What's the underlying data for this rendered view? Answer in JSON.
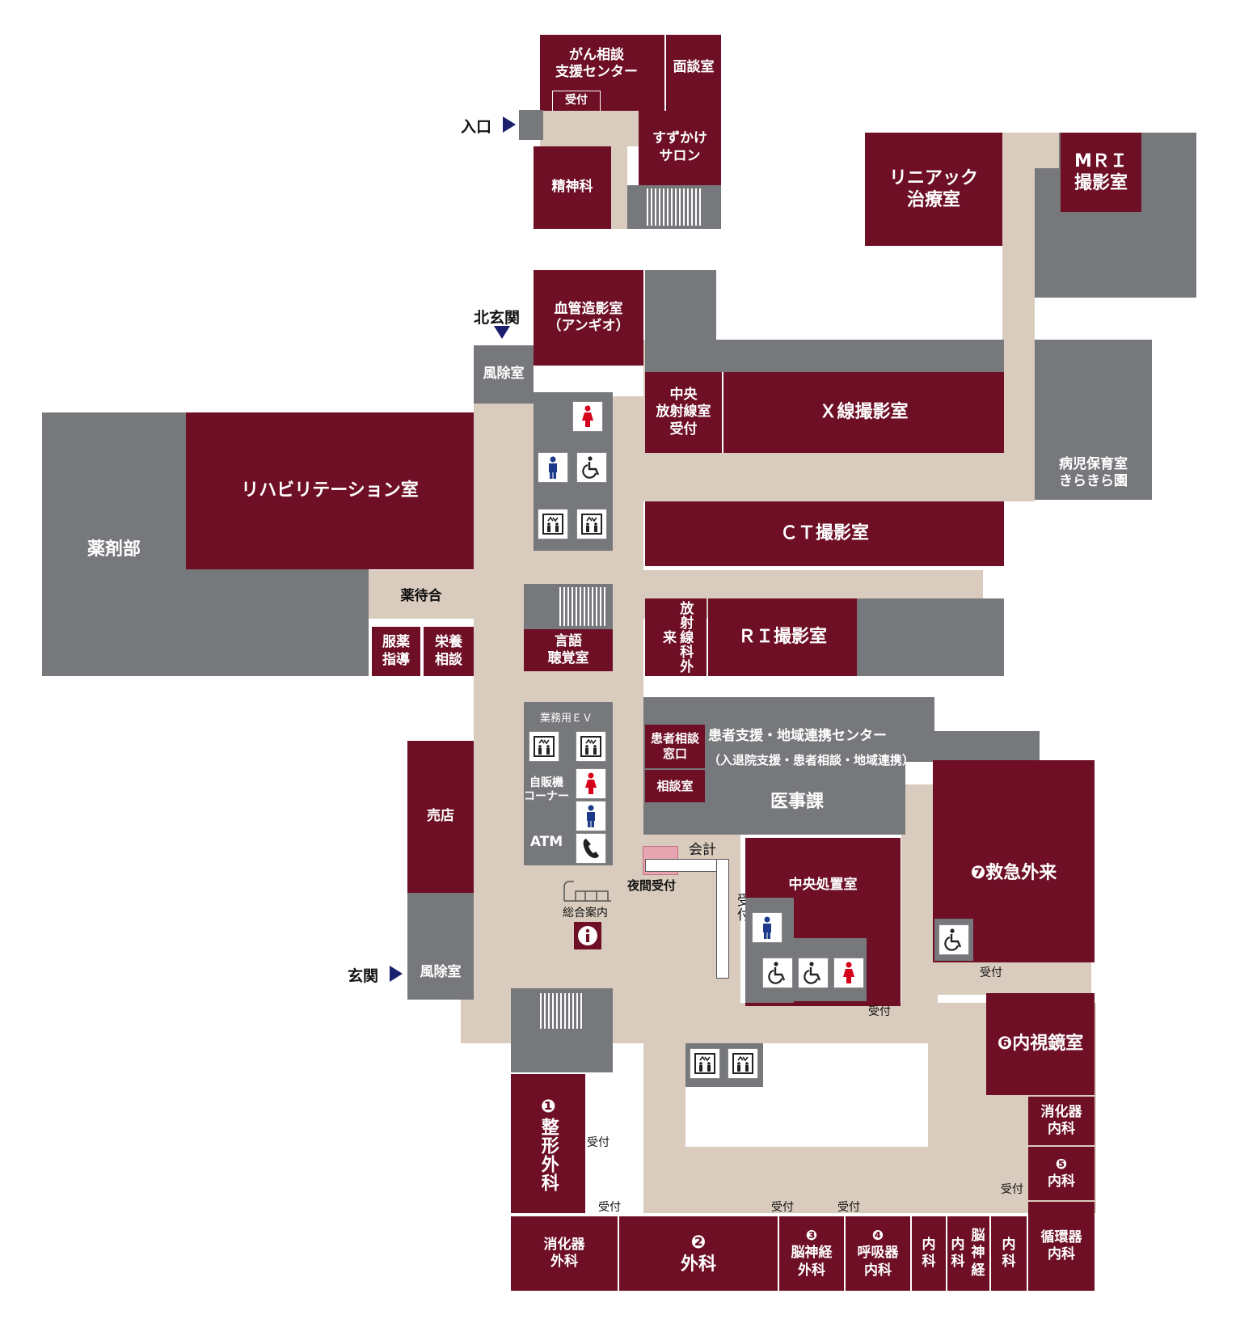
{
  "rooms": {
    "gan_soudan": "がん相談\n支援センター",
    "mendanshitsu": "面談室",
    "uketsuke_top": "受付",
    "suzukake": "すずかけ\nサロン",
    "seishinka": "精神科",
    "iriguchi": "入口",
    "linac": "リニアック\n治療室",
    "mri": "MＲＩ\n撮影室",
    "kekkan": "血管造影室\n（アンギオ）",
    "kita_genkan": "北玄関",
    "fujoshitsu_n": "風除室",
    "chuo_houshasen": "中央\n放射線室\n受付",
    "xsen": "Ｘ線撮影室",
    "byouji": "病児保育室\nきらきら園",
    "rehab": "リハビリテーション室",
    "yakuzaibu": "薬剤部",
    "ct": "ＣＴ撮影室",
    "yaku_machiai": "薬待合",
    "fukuyaku": "服薬\n指導",
    "eiyou": "栄養\n相談",
    "gengo": "言語\n聴覚室",
    "houshasen_gairai": "放射線科外来",
    "ri": "ＲＩ撮影室",
    "gyoumu_ev": "業務用ＥＶ",
    "kanja_soudan_mado": "患者相談\n窓口",
    "kanja_shien": "患者支援・地域連携センター",
    "kanja_shien_sub": "（入退院支援・患者相談・地域連携）",
    "soudanshitsu": "相談室",
    "ijika": "医事課",
    "jihanki": "自販機\nコーナー",
    "atm": "ATM",
    "baiten": "売店",
    "kaikei": "会計",
    "yakan_uketsuke": "夜間受付",
    "sougou_annai": "総合案内",
    "chuo_shochi": "中央処置室",
    "kyukyu": "❼救急外来",
    "uketsuke_side": "受付",
    "genkan": "玄関",
    "fujoshitsu_s": "風除室",
    "naishikyou": "❻内視鏡室",
    "seikei": "❶整形外科",
    "shoukaki_naika": "消化器\n内科",
    "naika5": "❺\n内科",
    "shoukaki_geka": "消化器\n外科",
    "geka2": "❷\n外科",
    "noushinkei_geka": "❸\n脳神経\n外科",
    "kokyuki": "❹\n呼吸器\n内科",
    "naika_a": "内\n科",
    "noushinkei_naika": "内\n科",
    "noushinkei_naika_b": "脳\n神\n経",
    "naika_b": "内\n科",
    "junkanki": "循環器\n内科",
    "uketsuke": "受付"
  },
  "icons": {
    "toilet_female": "toilet-female-icon",
    "toilet_male": "toilet-male-icon",
    "wheelchair": "wheelchair-icon",
    "elevator": "elevator-icon",
    "phone": "phone-icon",
    "info": "information-icon"
  },
  "colors": {
    "room": "#6e0f26",
    "corridor": "#d9cbbd",
    "service": "#77787b",
    "arrow": "#1a1f6e",
    "female": "#d6001c",
    "male": "#1e3a8a"
  }
}
